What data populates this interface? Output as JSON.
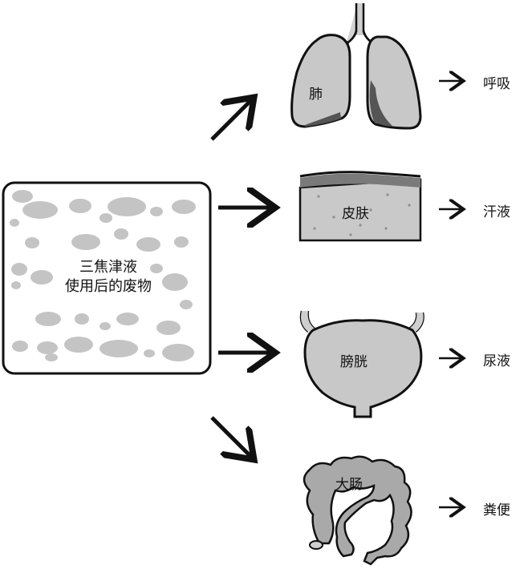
{
  "source": {
    "line1": "三焦津液",
    "line2": "使用后的废物"
  },
  "organs": [
    {
      "key": "lung",
      "name": "肺",
      "output": "呼吸"
    },
    {
      "key": "skin",
      "name": "皮肤",
      "output": "汗液"
    },
    {
      "key": "bladder",
      "name": "膀胱",
      "output": "尿液"
    },
    {
      "key": "intestine",
      "name": "大肠",
      "output": "粪便"
    }
  ],
  "arrow_glyph": "→",
  "icons": {
    "source-box": "fluid-waste-box",
    "lung": "lung-icon",
    "skin": "skin-layer-icon",
    "bladder": "bladder-icon",
    "intestine": "large-intestine-icon"
  }
}
